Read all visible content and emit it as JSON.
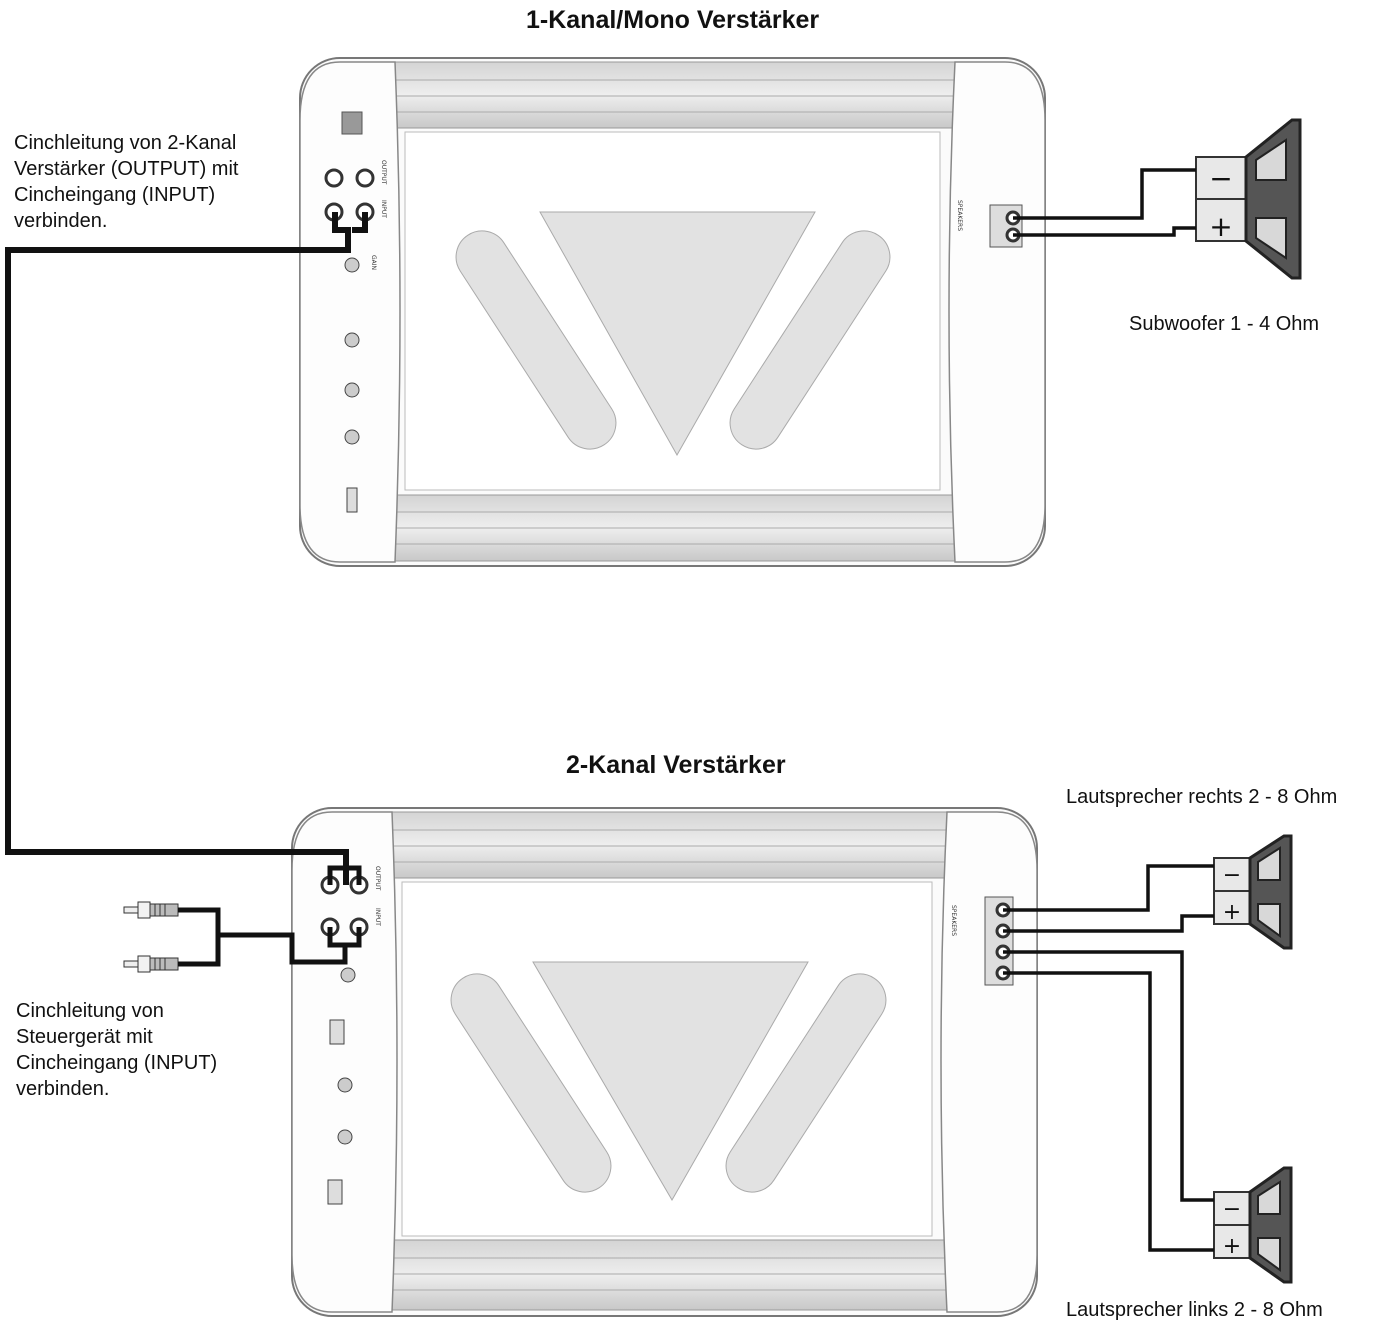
{
  "titles": {
    "amp_mono": "1-Kanal/Mono Verstärker",
    "amp_two_channel": "2-Kanal Verstärker"
  },
  "labels": {
    "note_top_line1": "Cinchleitung von 2-Kanal",
    "note_top_line2": "Verstärker (OUTPUT) mit",
    "note_top_line3": "Cincheingang (INPUT)",
    "note_top_line4": "verbinden.",
    "note_bottom_line1": "Cinchleitung von",
    "note_bottom_line2": "Steuergerät mit",
    "note_bottom_line3": "Cincheingang (INPUT)",
    "note_bottom_line4": "verbinden.",
    "subwoofer": "Subwoofer  1 - 4 Ohm",
    "speaker_right": "Lautsprecher rechts 2 - 8 Ohm",
    "speaker_left": "Lautsprecher links 2 - 8 Ohm"
  },
  "speaker_terminals": {
    "minus": "−",
    "plus": "+"
  },
  "panel_markings": {
    "speakers": "SPEAKERS",
    "output": "OUTPUT",
    "input": "INPUT",
    "gain": "GAIN",
    "plus_minus": "+ −"
  }
}
